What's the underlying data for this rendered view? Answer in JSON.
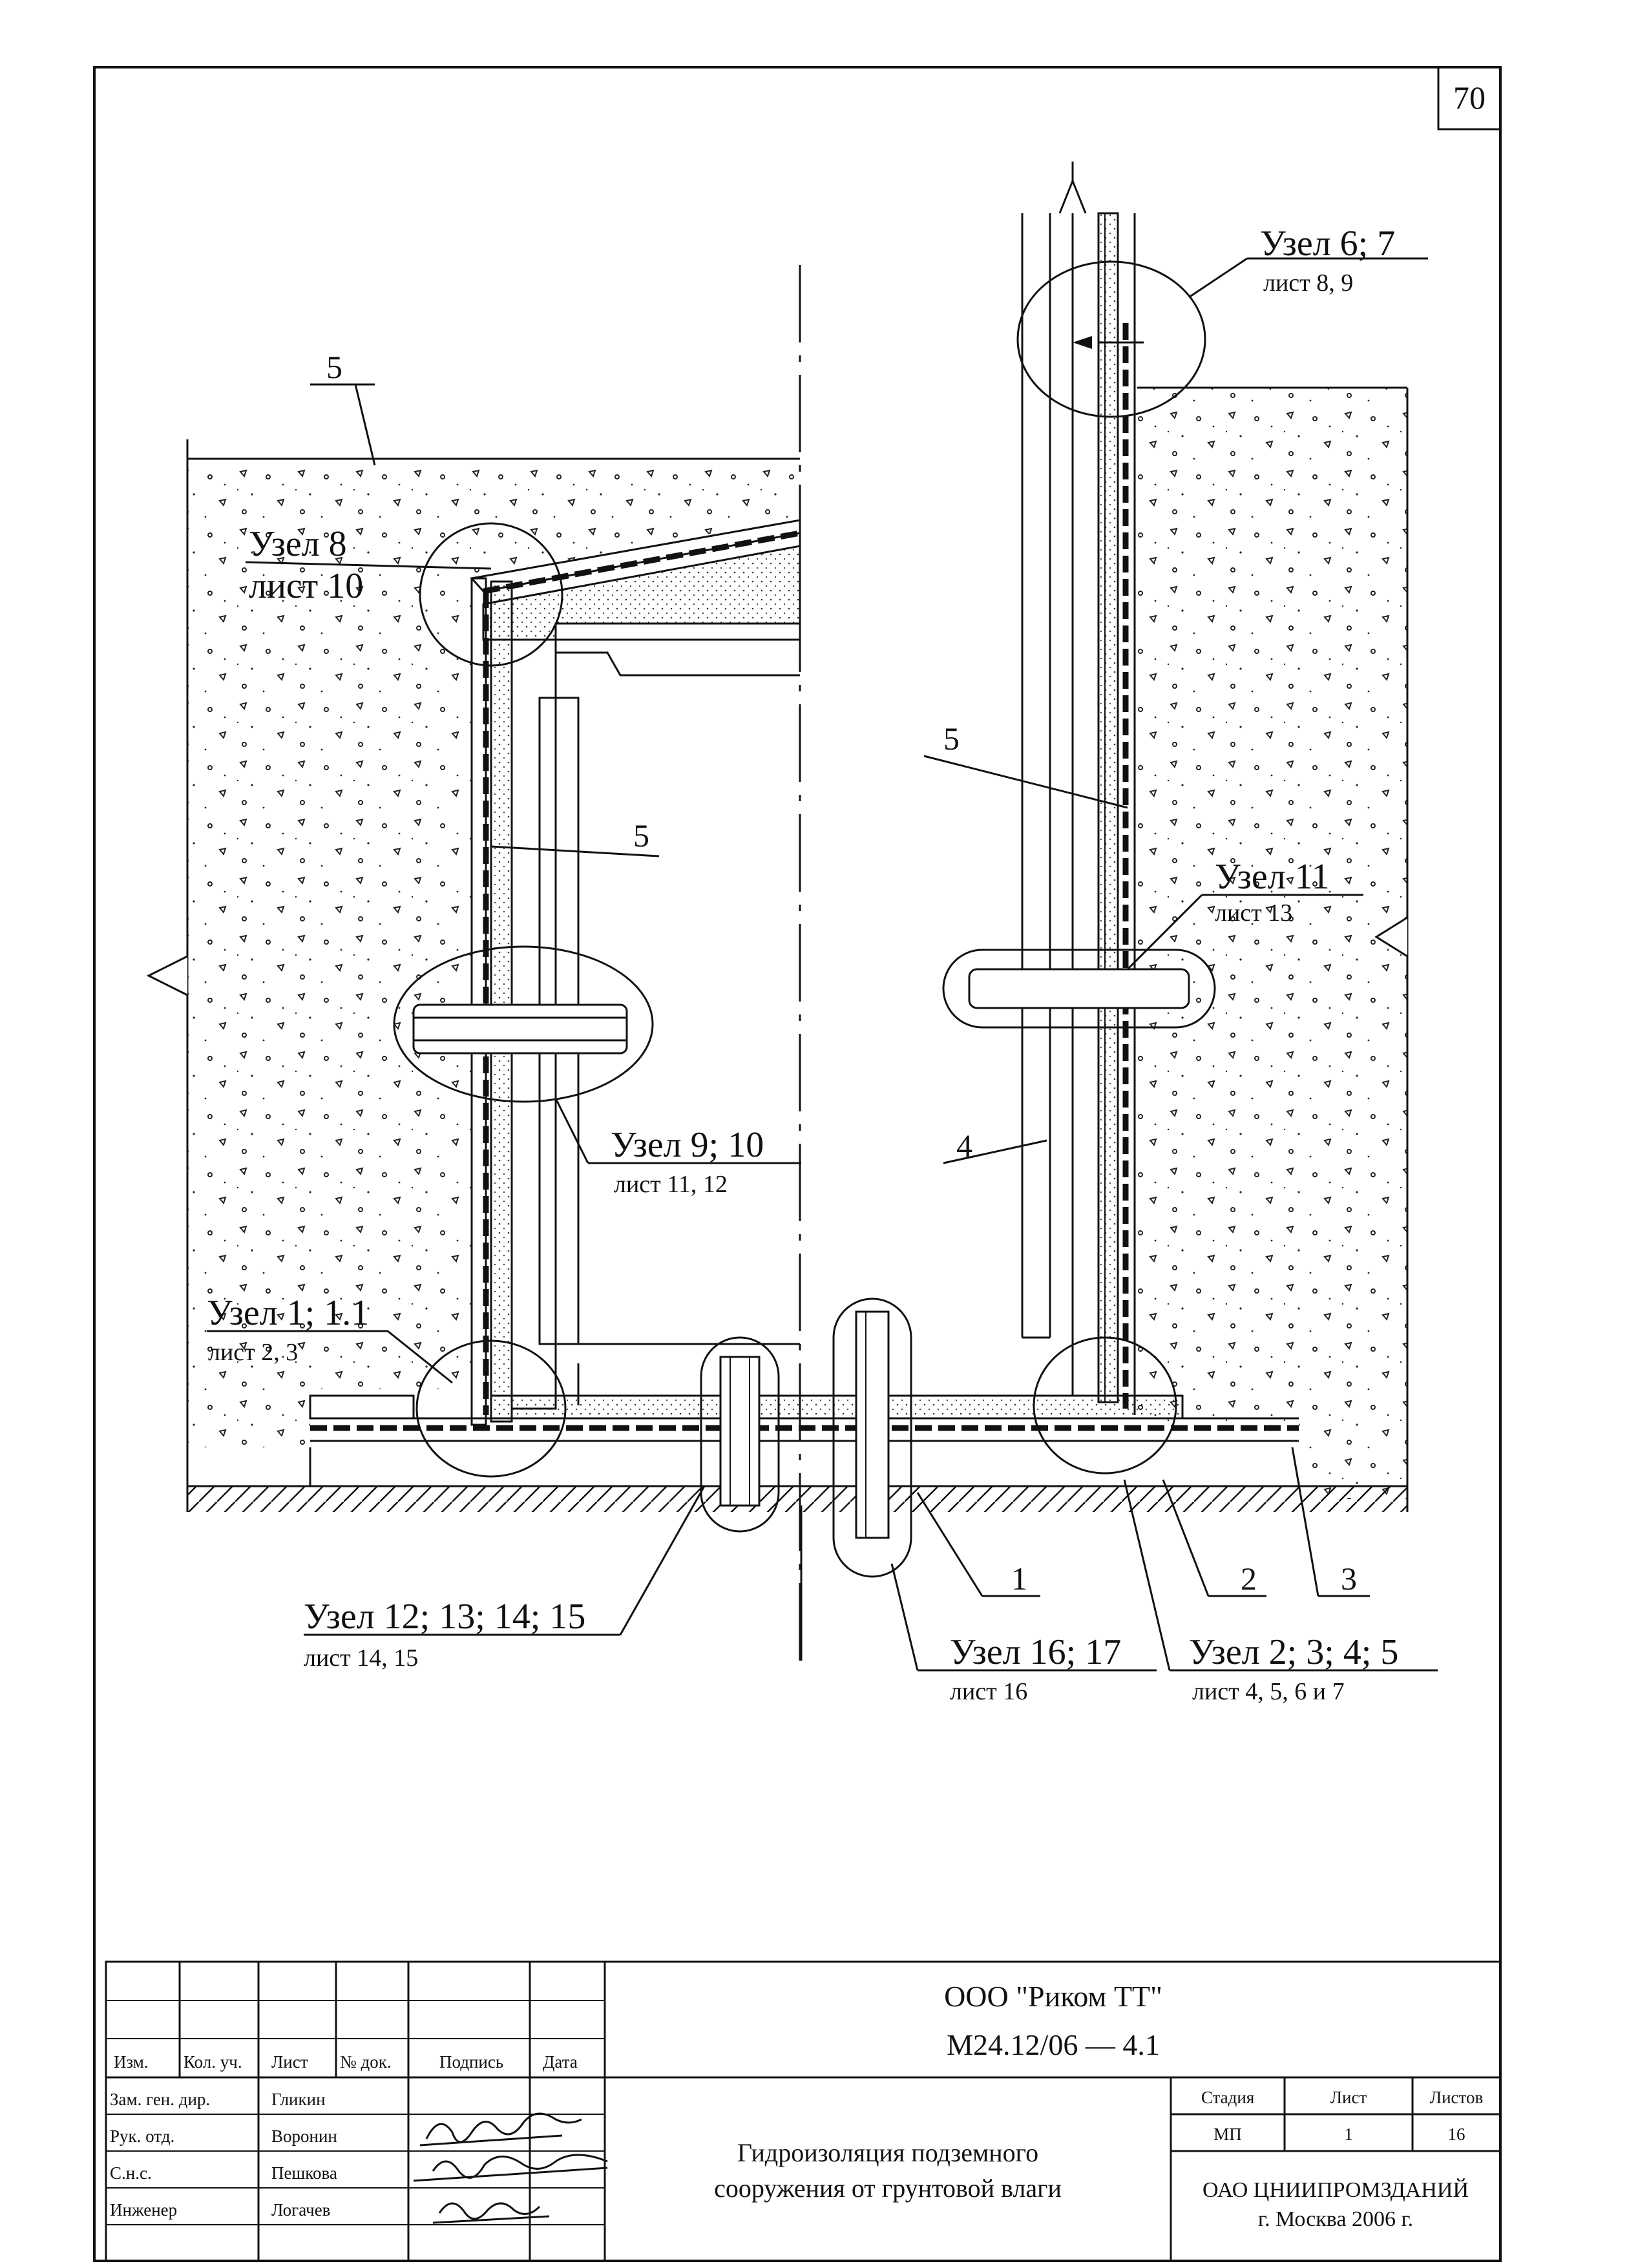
{
  "sheet": {
    "page_number": "70"
  },
  "callouts": {
    "n6": {
      "title": "Узел 6; 7",
      "sheet": "лист 8, 9"
    },
    "n8": {
      "title": "Узел 8",
      "sheet": "лист 10"
    },
    "n11": {
      "title": "Узел 11",
      "sheet": "лист 13"
    },
    "n9": {
      "title": "Узел 9; 10",
      "sheet": "лист 11, 12"
    },
    "n1": {
      "title": "Узел 1; 1.1",
      "sheet": "лист 2, 3"
    },
    "n12": {
      "title": "Узел 12; 13; 14; 15",
      "sheet": "лист 14, 15"
    },
    "n16": {
      "title": "Узел 16; 17",
      "sheet": "лист 16"
    },
    "n2": {
      "title": "Узел 2; 3; 4; 5",
      "sheet": "лист 4, 5, 6 и 7"
    }
  },
  "positions": {
    "p5_top": "5",
    "p5_left": "5",
    "p5_right": "5",
    "p4": "4",
    "p1": "1",
    "p2": "2",
    "p3": "3"
  },
  "title_block": {
    "organization": "ООО \"Риком ТТ\"",
    "doc_code": "М24.12/06  —  4.1",
    "headers": {
      "izm": "Изм.",
      "kol_uch": "Кол. уч.",
      "list": "Лист",
      "n_dok": "№ док.",
      "podpis": "Подпись",
      "data": "Дата"
    },
    "staff": [
      {
        "role": "Зам. ген. дир.",
        "name": "Гликин"
      },
      {
        "role": "Рук. отд.",
        "name": "Воронин"
      },
      {
        "role": "С.н.с.",
        "name": "Пешкова"
      },
      {
        "role": "Инженер",
        "name": "Логачев"
      }
    ],
    "drawing_title_line1": "Гидроизоляция подземного",
    "drawing_title_line2": "сооружения от грунтовой влаги",
    "stage_header": "Стадия",
    "sheet_header": "Лист",
    "sheets_header": "Листов",
    "stage": "МП",
    "sheet": "1",
    "sheets": "16",
    "company_line1": "ОАО ЦНИИПРОМЗДАНИЙ",
    "company_line2": "г. Москва 2006 г."
  },
  "colors": {
    "ink": "#111111",
    "paper": "#ffffff"
  }
}
